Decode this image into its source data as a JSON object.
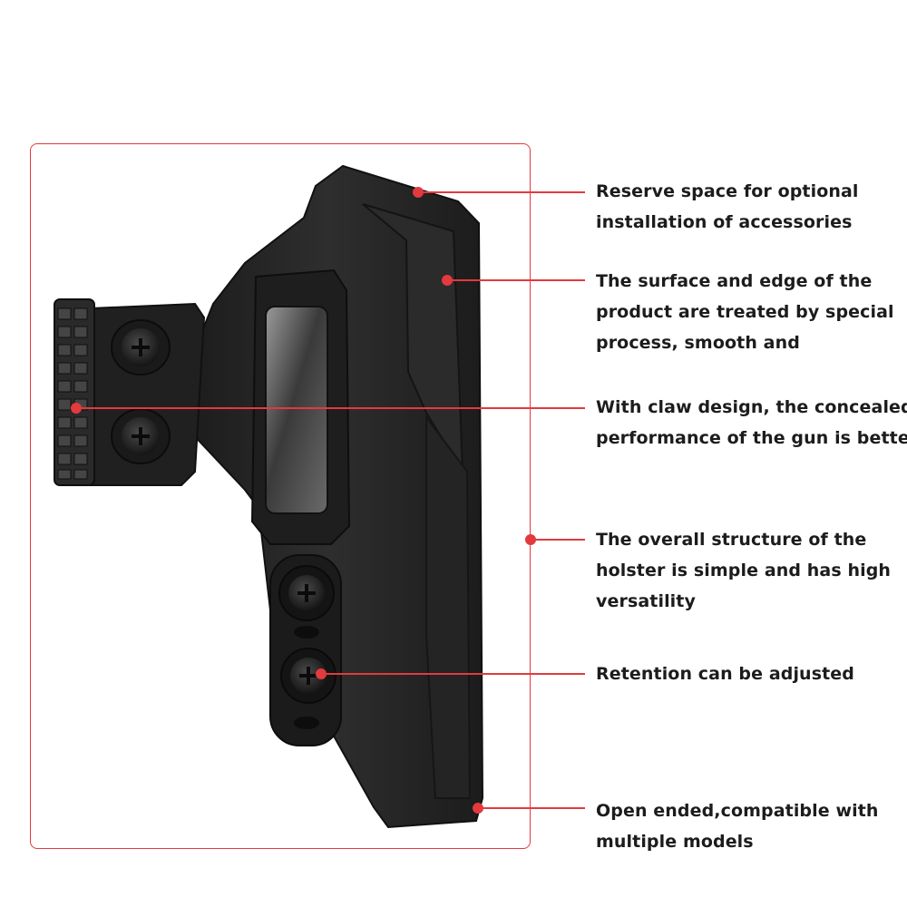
{
  "colors": {
    "accent": "#e23a3e",
    "holster": "#262626",
    "text": "#1c1c1c"
  },
  "callouts": [
    {
      "lines": [
        "Reserve space for optional",
        "installation of accessories"
      ]
    },
    {
      "lines": [
        "The surface and edge of the",
        "product are treated by special",
        "process, smooth and"
      ]
    },
    {
      "lines": [
        "With claw design, the concealed",
        "performance of the gun is better"
      ]
    },
    {
      "lines": [
        "The overall structure of the",
        "holster is simple and has high",
        "versatility"
      ]
    },
    {
      "lines": [
        "Retention can be adjusted"
      ]
    },
    {
      "lines": [
        "Open ended,compatible with",
        "multiple models"
      ]
    }
  ]
}
